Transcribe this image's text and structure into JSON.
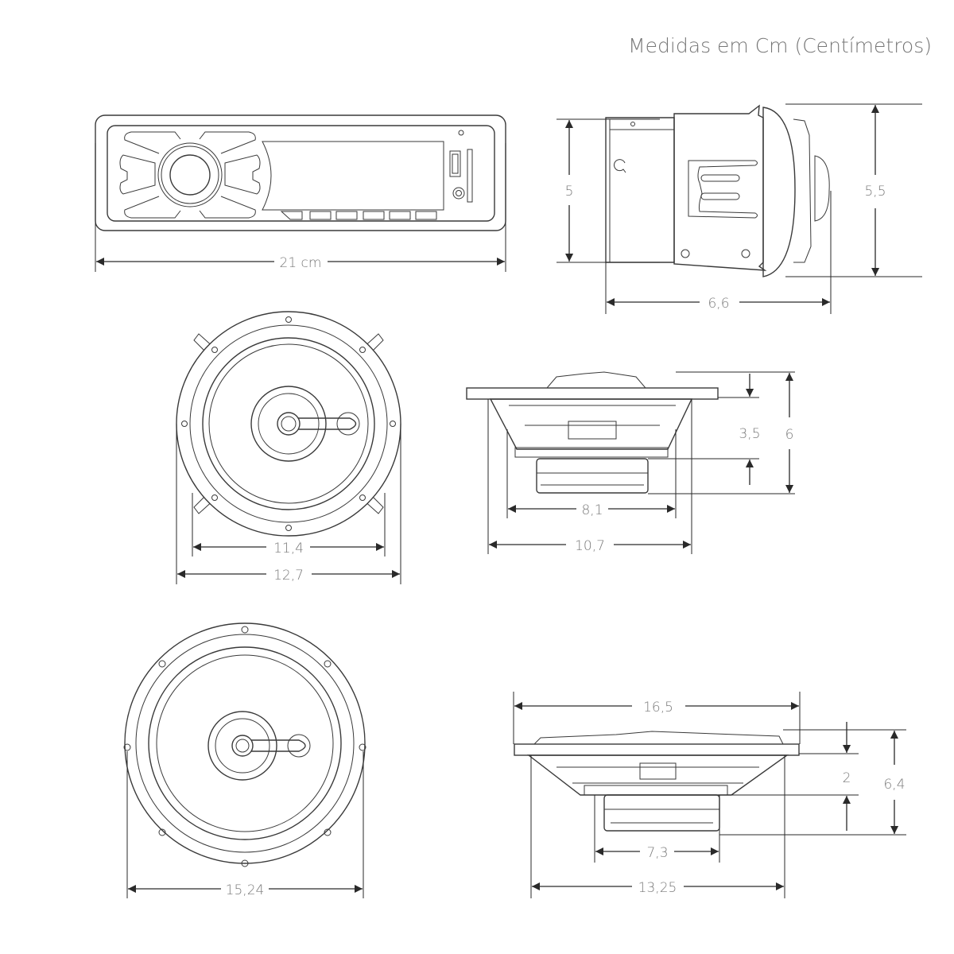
{
  "title": "Medidas em Cm (Centímetros)",
  "radio_front": {
    "width_label": "21 cm"
  },
  "radio_side": {
    "height_body_label": "5",
    "height_face_label": "5,5",
    "depth_label": "6,6"
  },
  "speaker_5_front": {
    "inner_label": "11,4",
    "outer_label": "12,7"
  },
  "speaker_5_side": {
    "depth_label": "3,5",
    "height_label": "6",
    "magnet_label": "8,1",
    "basket_label": "10,7"
  },
  "speaker_6_front": {
    "diameter_label": "15,24"
  },
  "speaker_6_side": {
    "flange_label": "16,5",
    "depth_label": "2",
    "height_label": "6,4",
    "magnet_label": "7,3",
    "basket_label": "13,25"
  },
  "colors": {
    "line": "#3a3a3a",
    "text": "#7a7a7a"
  }
}
